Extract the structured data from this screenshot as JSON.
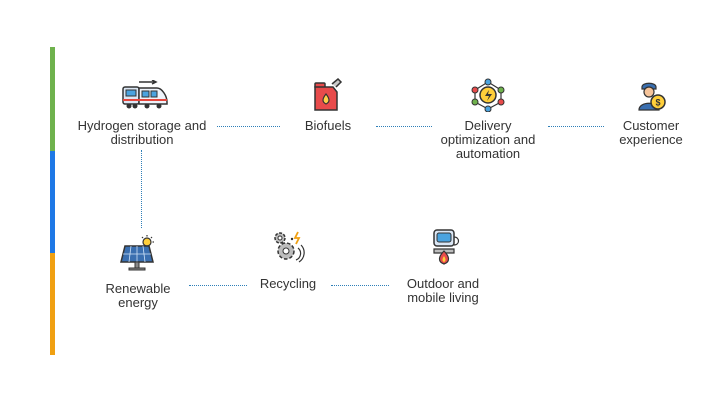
{
  "accent_bars": [
    {
      "name": "green",
      "color": "#6fb24d"
    },
    {
      "name": "blue",
      "color": "#1e78e6"
    },
    {
      "name": "orange",
      "color": "#f0a012"
    }
  ],
  "connector_color": "#2e7fb8",
  "nodes": {
    "hydrogen": {
      "label": "Hydrogen storage and\ndistribution",
      "icon": "hydrogen-train-icon"
    },
    "biofuels": {
      "label": "Biofuels",
      "icon": "fuel-canister-icon"
    },
    "delivery": {
      "label": "Delivery\noptimization and\nautomation",
      "icon": "network-hub-icon"
    },
    "customer": {
      "label": "Customer\nexperience",
      "icon": "customer-person-icon"
    },
    "renewable": {
      "label": "Renewable\nenergy",
      "icon": "solar-panel-icon"
    },
    "recycling": {
      "label": "Recycling",
      "icon": "recycling-gears-icon"
    },
    "outdoor": {
      "label": "Outdoor and\nmobile living",
      "icon": "camping-stove-icon"
    }
  }
}
